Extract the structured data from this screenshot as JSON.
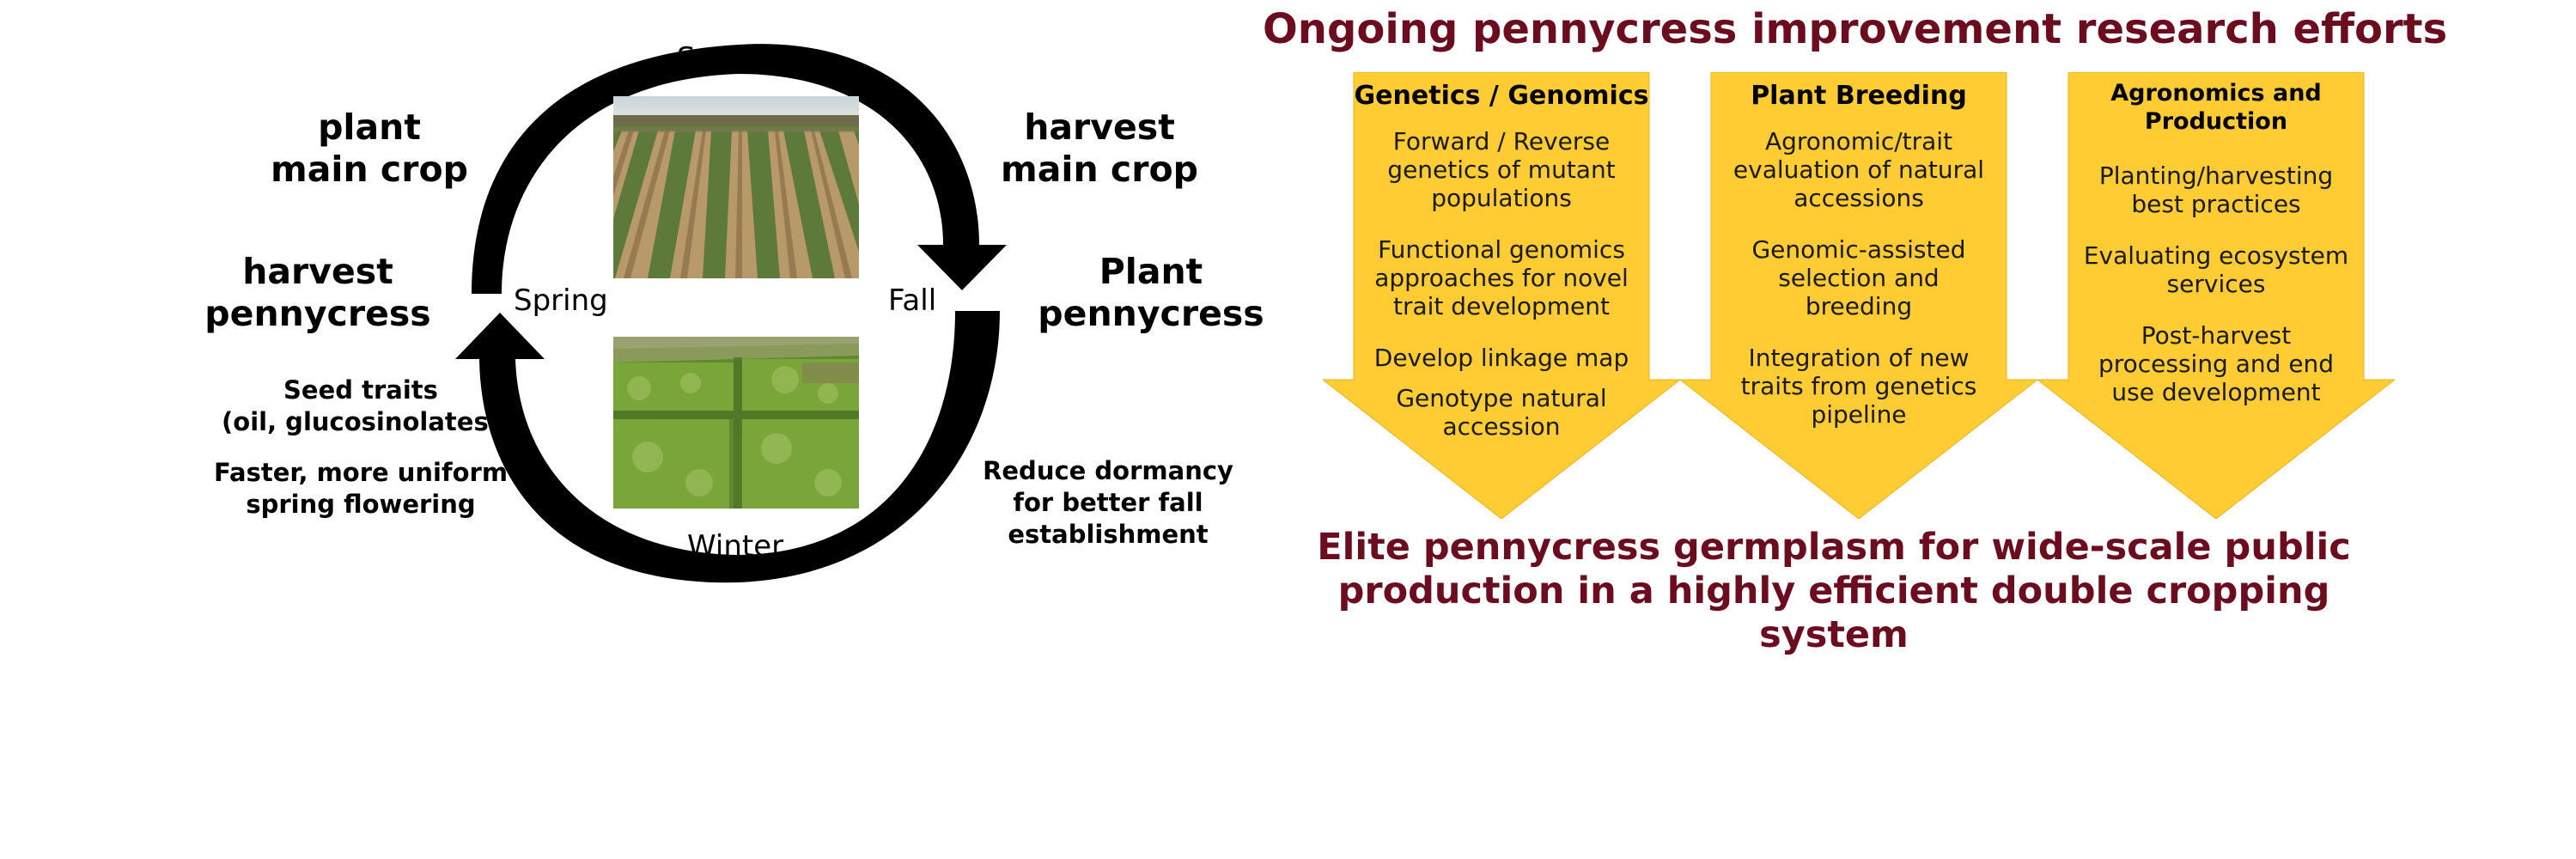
{
  "cycle": {
    "seasons": {
      "summer": "Summer",
      "spring": "Spring",
      "fall": "Fall",
      "winter": "Winter"
    },
    "left_top": [
      "plant",
      "main crop"
    ],
    "right_top": [
      "harvest",
      "main crop"
    ],
    "left_mid": [
      "harvest",
      "pennycress"
    ],
    "right_mid": [
      "Plant",
      "pennycress"
    ],
    "left_notes": [
      [
        "Seed traits",
        "(oil, glucosinolates)"
      ],
      [
        "Faster, more uniform",
        "spring flowering"
      ]
    ],
    "right_notes": [
      "Reduce dormancy",
      "for better fall",
      "establishment"
    ],
    "colors": {
      "arrow": "#000000"
    }
  },
  "research": {
    "title": "Ongoing pennycress improvement research efforts",
    "columns": [
      {
        "title": "Genetics / Genomics",
        "items": [
          [
            "Forward / Reverse",
            "genetics of mutant",
            "populations"
          ],
          [
            "Functional genomics",
            "approaches for novel",
            "trait development"
          ],
          [
            "Develop linkage map"
          ],
          [
            "Genotype natural",
            "accession"
          ]
        ]
      },
      {
        "title": "Plant Breeding",
        "items": [
          [
            "Agronomic/trait",
            "evaluation of natural",
            "accessions"
          ],
          [
            "Genomic-assisted",
            "selection and",
            "breeding"
          ],
          [
            "Integration of new",
            "traits from genetics",
            "pipeline"
          ]
        ]
      },
      {
        "title": [
          "Agronomics and",
          "Production"
        ],
        "items": [
          [
            "Planting/harvesting",
            "best practices"
          ],
          [
            "Evaluating ecosystem",
            "services"
          ],
          [
            "Post-harvest",
            "processing and end",
            "use development"
          ]
        ]
      }
    ],
    "outcome": [
      "Elite pennycress germplasm for wide-scale public",
      "production in a highly efficient double cropping system"
    ],
    "colors": {
      "arrow_fill": "#ffcc33",
      "title_text": "#6b0d1e"
    }
  }
}
